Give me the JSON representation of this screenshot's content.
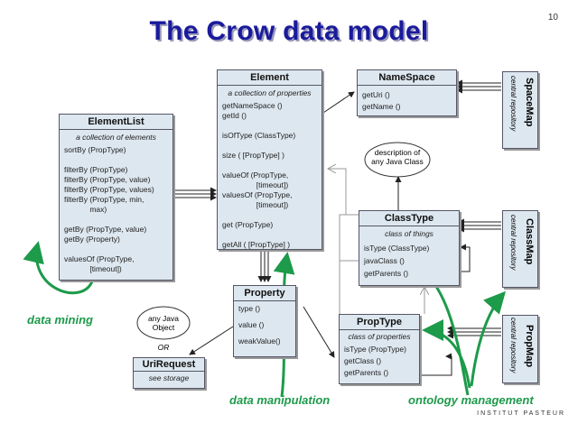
{
  "title": "The Crow data model",
  "page_number": "10",
  "footer": "INSTITUT PASTEUR",
  "element": {
    "name": "Element",
    "subtitle": "a collection of properties",
    "members": [
      "getNameSpace ()",
      "getId ()",
      "",
      "isOfType (ClassType)",
      "",
      "size ( [PropType] )",
      "",
      "valueOf (PropType,",
      "                [timeout])",
      "valuesOf (PropType,",
      "                [timeout])",
      "",
      "get (PropType)",
      "",
      "getAll ( [PropType] )"
    ]
  },
  "elementlist": {
    "name": "ElementList",
    "subtitle": "a collection of elements",
    "members": [
      "sortBy (PropType)",
      "",
      "filterBy (PropType)",
      "filterBy (PropType, value)",
      "filterBy (PropType, values)",
      "filterBy (PropType, min,",
      "            max)",
      "",
      "getBy (PropType, value)",
      "getBy (Property)",
      "",
      "valuesOf (PropType,",
      "            [timeout])"
    ]
  },
  "namespace": {
    "name": "NameSpace",
    "members": [
      "getUri ()",
      "getName ()"
    ]
  },
  "classtype": {
    "name": "ClassType",
    "subtitle": "class of things",
    "members": [
      "isType (ClassType)",
      "javaClass ()",
      "getParents ()"
    ]
  },
  "property": {
    "name": "Property",
    "members": [
      "type ()",
      "",
      "value ()",
      "",
      "weakValue()"
    ]
  },
  "proptype": {
    "name": "PropType",
    "subtitle": "class of properties",
    "members": [
      "isType (PropType)",
      "getClass ()",
      "getParents ()"
    ]
  },
  "urirequest": {
    "name": "UriRequest",
    "subtitle": "see storage"
  },
  "spacemap": {
    "name": "SpaceMap",
    "desc": "central repository"
  },
  "classmap": {
    "name": "ClassMap",
    "desc": "central repository"
  },
  "propmap": {
    "name": "PropMap",
    "desc": "central repository"
  },
  "notes": {
    "java_class": "description of\nany Java Class",
    "java_object": "any Java\nObject",
    "or": "OR"
  },
  "labels": {
    "data_mining": "data mining",
    "data_manipulation": "data manipulation",
    "ontology_management": "ontology management"
  },
  "colors": {
    "title": "#1a1a9c",
    "box_fill": "#dde7ef",
    "green": "#1d9a4a"
  }
}
